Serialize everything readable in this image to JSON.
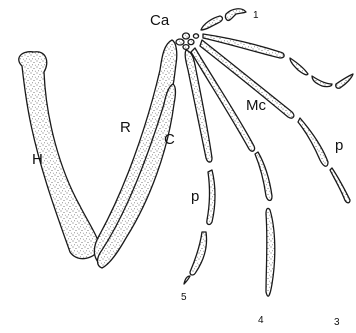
{
  "labels": {
    "carpus": "Ca",
    "digit_1": "1",
    "radius": "R",
    "ulna": "C",
    "humerus": "H",
    "metacarpal": "Mc",
    "phalanx_a": "p",
    "phalanx_b": "p",
    "digit_5": "5",
    "digit_4": "4",
    "digit_3": "3"
  },
  "colors": {
    "ink": "#1a1a1a",
    "stipple": "#4a4a4a",
    "background": "#ffffff"
  }
}
